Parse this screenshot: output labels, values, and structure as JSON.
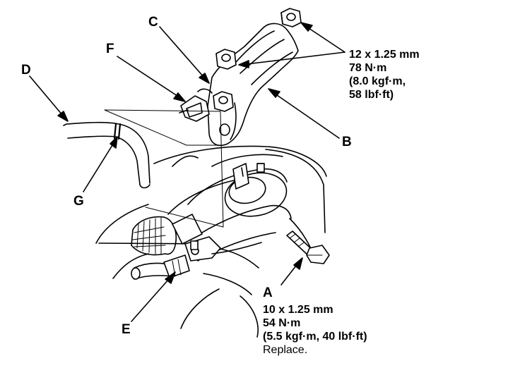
{
  "callouts": {
    "a": "A",
    "b": "B",
    "c": "C",
    "d": "D",
    "e": "E",
    "f": "F",
    "g": "G"
  },
  "spec_top": {
    "line1": "12 x 1.25 mm",
    "line2": "78 N·m",
    "line3": "(8.0 kgf·m,",
    "line4": "58 lbf·ft)"
  },
  "spec_bottom": {
    "line1": "10 x 1.25 mm",
    "line2": "54 N·m",
    "line3": "(5.5 kgf·m, 40 lbf·ft)",
    "line4": "Replace."
  },
  "colors": {
    "ink": "#000000",
    "paper": "#ffffff"
  }
}
